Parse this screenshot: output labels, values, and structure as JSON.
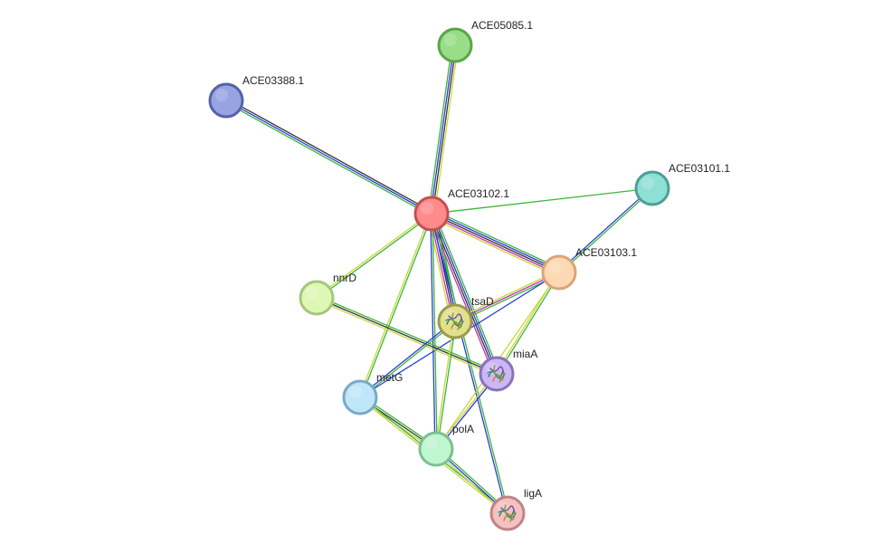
{
  "network": {
    "edge_colors": {
      "green": "#3ab53a",
      "blue": "#2a3bd6",
      "black": "#333333",
      "yellow": "#c9d63a",
      "magenta": "#c231b3"
    },
    "nodes": [
      {
        "id": "ACE03102.1",
        "label": "ACE03102.1",
        "fill": "#ff8a8a",
        "stroke": "#c44f4f",
        "structure": false
      },
      {
        "id": "ACE05085.1",
        "label": "ACE05085.1",
        "fill": "#99dd88",
        "stroke": "#5aa548",
        "structure": false
      },
      {
        "id": "ACE03388.1",
        "label": "ACE03388.1",
        "fill": "#98a3e2",
        "stroke": "#5562a8",
        "structure": false
      },
      {
        "id": "ACE03101.1",
        "label": "ACE03101.1",
        "fill": "#8ee0d6",
        "stroke": "#4e9f96",
        "structure": false
      },
      {
        "id": "ACE03103.1",
        "label": "ACE03103.1",
        "fill": "#fdd9b3",
        "stroke": "#d9a47a",
        "structure": false
      },
      {
        "id": "nnrD",
        "label": "nnrD",
        "fill": "#ddf7b5",
        "stroke": "#a6c67c",
        "structure": false
      },
      {
        "id": "tsaD",
        "label": "tsaD",
        "fill": "#e0e08d",
        "stroke": "#9b9b4c",
        "structure": true
      },
      {
        "id": "miaA",
        "label": "miaA",
        "fill": "#cdb6f5",
        "stroke": "#8a72b7",
        "structure": true
      },
      {
        "id": "metG",
        "label": "metG",
        "fill": "#c0e6f9",
        "stroke": "#7aa9c7",
        "structure": false
      },
      {
        "id": "polA",
        "label": "polA",
        "fill": "#bff5cf",
        "stroke": "#7dbf92",
        "structure": false
      },
      {
        "id": "ligA",
        "label": "ligA",
        "fill": "#f5c0c0",
        "stroke": "#c08484",
        "structure": true
      }
    ],
    "edges": [
      {
        "source": "ACE03102.1",
        "target": "ACE05085.1",
        "colors": [
          "green",
          "blue",
          "black",
          "yellow"
        ]
      },
      {
        "source": "ACE03102.1",
        "target": "ACE03388.1",
        "colors": [
          "green",
          "blue",
          "black"
        ]
      },
      {
        "source": "ACE03102.1",
        "target": "ACE03101.1",
        "colors": [
          "green"
        ]
      },
      {
        "source": "ACE03102.1",
        "target": "ACE03103.1",
        "colors": [
          "green",
          "blue",
          "black",
          "magenta",
          "yellow"
        ]
      },
      {
        "source": "ACE03102.1",
        "target": "nnrD",
        "colors": [
          "green",
          "yellow"
        ]
      },
      {
        "source": "ACE03102.1",
        "target": "tsaD",
        "colors": [
          "green",
          "blue",
          "black",
          "magenta",
          "yellow"
        ]
      },
      {
        "source": "ACE03102.1",
        "target": "miaA",
        "colors": [
          "green",
          "blue",
          "black",
          "magenta"
        ]
      },
      {
        "source": "ACE03102.1",
        "target": "metG",
        "colors": [
          "green",
          "yellow"
        ]
      },
      {
        "source": "ACE03102.1",
        "target": "polA",
        "colors": [
          "green",
          "blue"
        ]
      },
      {
        "source": "ACE03102.1",
        "target": "ligA",
        "colors": [
          "green",
          "blue"
        ]
      },
      {
        "source": "ACE03101.1",
        "target": "ACE03103.1",
        "colors": [
          "green",
          "blue"
        ]
      },
      {
        "source": "ACE03103.1",
        "target": "tsaD",
        "colors": [
          "green",
          "magenta",
          "yellow"
        ]
      },
      {
        "source": "ACE03103.1",
        "target": "miaA",
        "colors": [
          "green",
          "yellow"
        ]
      },
      {
        "source": "ACE03103.1",
        "target": "polA",
        "colors": [
          "yellow"
        ]
      },
      {
        "source": "ACE03103.1",
        "target": "metG",
        "colors": [
          "blue"
        ]
      },
      {
        "source": "nnrD",
        "target": "miaA",
        "colors": [
          "green",
          "black",
          "yellow"
        ]
      },
      {
        "source": "tsaD",
        "target": "metG",
        "colors": [
          "green",
          "blue"
        ]
      },
      {
        "source": "tsaD",
        "target": "polA",
        "colors": [
          "green",
          "yellow"
        ]
      },
      {
        "source": "miaA",
        "target": "polA",
        "colors": [
          "blue",
          "yellow"
        ]
      },
      {
        "source": "metG",
        "target": "polA",
        "colors": [
          "green",
          "black",
          "yellow"
        ]
      },
      {
        "source": "metG",
        "target": "ligA",
        "colors": [
          "green",
          "yellow"
        ]
      },
      {
        "source": "polA",
        "target": "ligA",
        "colors": [
          "green",
          "blue",
          "yellow"
        ]
      }
    ]
  }
}
